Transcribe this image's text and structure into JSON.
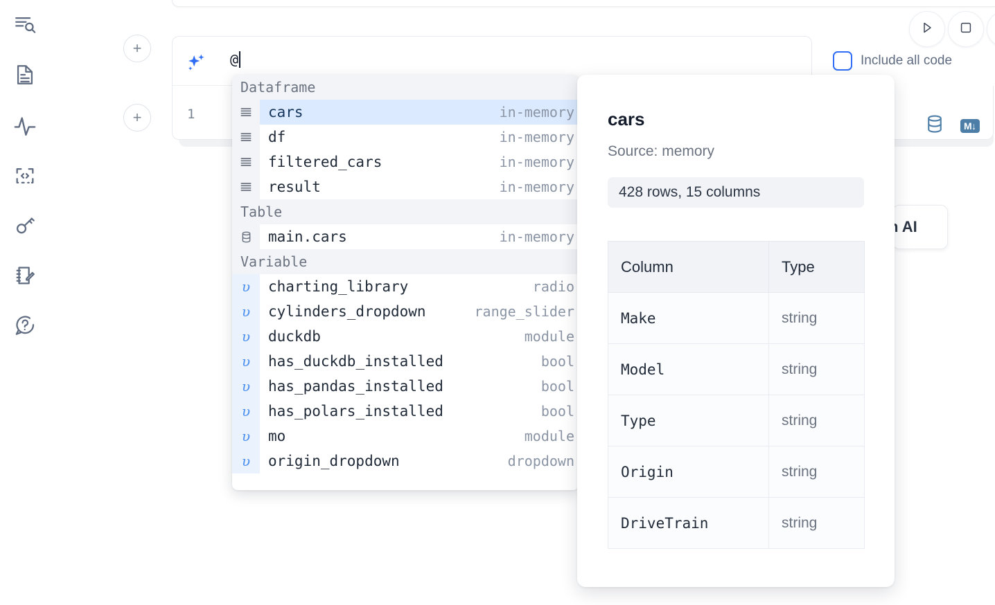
{
  "app": {
    "rail_items": [
      {
        "name": "file-search-icon",
        "label": "File Explorer"
      },
      {
        "name": "document-icon",
        "label": "Notebook"
      },
      {
        "name": "activity-icon",
        "label": "Runtime"
      },
      {
        "name": "code-snippet-icon",
        "label": "Snippets"
      },
      {
        "name": "key-icon",
        "label": "Secrets"
      },
      {
        "name": "scratchpad-icon",
        "label": "Scratchpad"
      },
      {
        "name": "help-icon",
        "label": "Help"
      }
    ]
  },
  "toolbar": {
    "add_cell_above_label": "+",
    "add_cell_below_label": "+",
    "run_label": "Run",
    "stop_label": "Stop",
    "include_all_code_label": "Include all code",
    "include_all_code_checked": false,
    "line_number": "1",
    "database_icon": "database-icon",
    "markdown_badge": "M↓"
  },
  "ai_prompt": {
    "icon": "sparkle-icon",
    "value": "@",
    "placeholder": ""
  },
  "ai_pill": {
    "label": "h AI"
  },
  "autocomplete": {
    "groups": [
      {
        "label": "Dataframe",
        "icon": "list-rows-icon",
        "kind": "dataframe",
        "items": [
          {
            "name": "cars",
            "type": "in-memory",
            "selected": true
          },
          {
            "name": "df",
            "type": "in-memory",
            "selected": false
          },
          {
            "name": "filtered_cars",
            "type": "in-memory",
            "selected": false
          },
          {
            "name": "result",
            "type": "in-memory",
            "selected": false
          }
        ]
      },
      {
        "label": "Table",
        "icon": "database-cylinder-icon",
        "kind": "table",
        "items": [
          {
            "name": "main.cars",
            "type": "in-memory",
            "selected": false
          }
        ]
      },
      {
        "label": "Variable",
        "icon": "variable-icon",
        "kind": "variable",
        "items": [
          {
            "name": "charting_library",
            "type": "radio",
            "selected": false
          },
          {
            "name": "cylinders_dropdown",
            "type": "range_slider",
            "selected": false
          },
          {
            "name": "duckdb",
            "type": "module",
            "selected": false
          },
          {
            "name": "has_duckdb_installed",
            "type": "bool",
            "selected": false
          },
          {
            "name": "has_pandas_installed",
            "type": "bool",
            "selected": false
          },
          {
            "name": "has_polars_installed",
            "type": "bool",
            "selected": false
          },
          {
            "name": "mo",
            "type": "module",
            "selected": false
          },
          {
            "name": "origin_dropdown",
            "type": "dropdown",
            "selected": false
          }
        ]
      }
    ]
  },
  "preview": {
    "title": "cars",
    "source": "Source: memory",
    "shape": "428 rows, 15 columns",
    "table": {
      "headers": [
        "Column",
        "Type"
      ],
      "rows": [
        [
          "Make",
          "string"
        ],
        [
          "Model",
          "string"
        ],
        [
          "Type",
          "string"
        ],
        [
          "Origin",
          "string"
        ],
        [
          "DriveTrain",
          "string"
        ]
      ]
    }
  },
  "colors": {
    "accent_blue": "#2f6df6",
    "selection_blue": "#dbeafe",
    "variable_gutter": "#eaf2fd",
    "group_header_bg": "#f2f4f7",
    "muted_text": "#8b95a5",
    "badge_blue": "#4d7ea8"
  }
}
